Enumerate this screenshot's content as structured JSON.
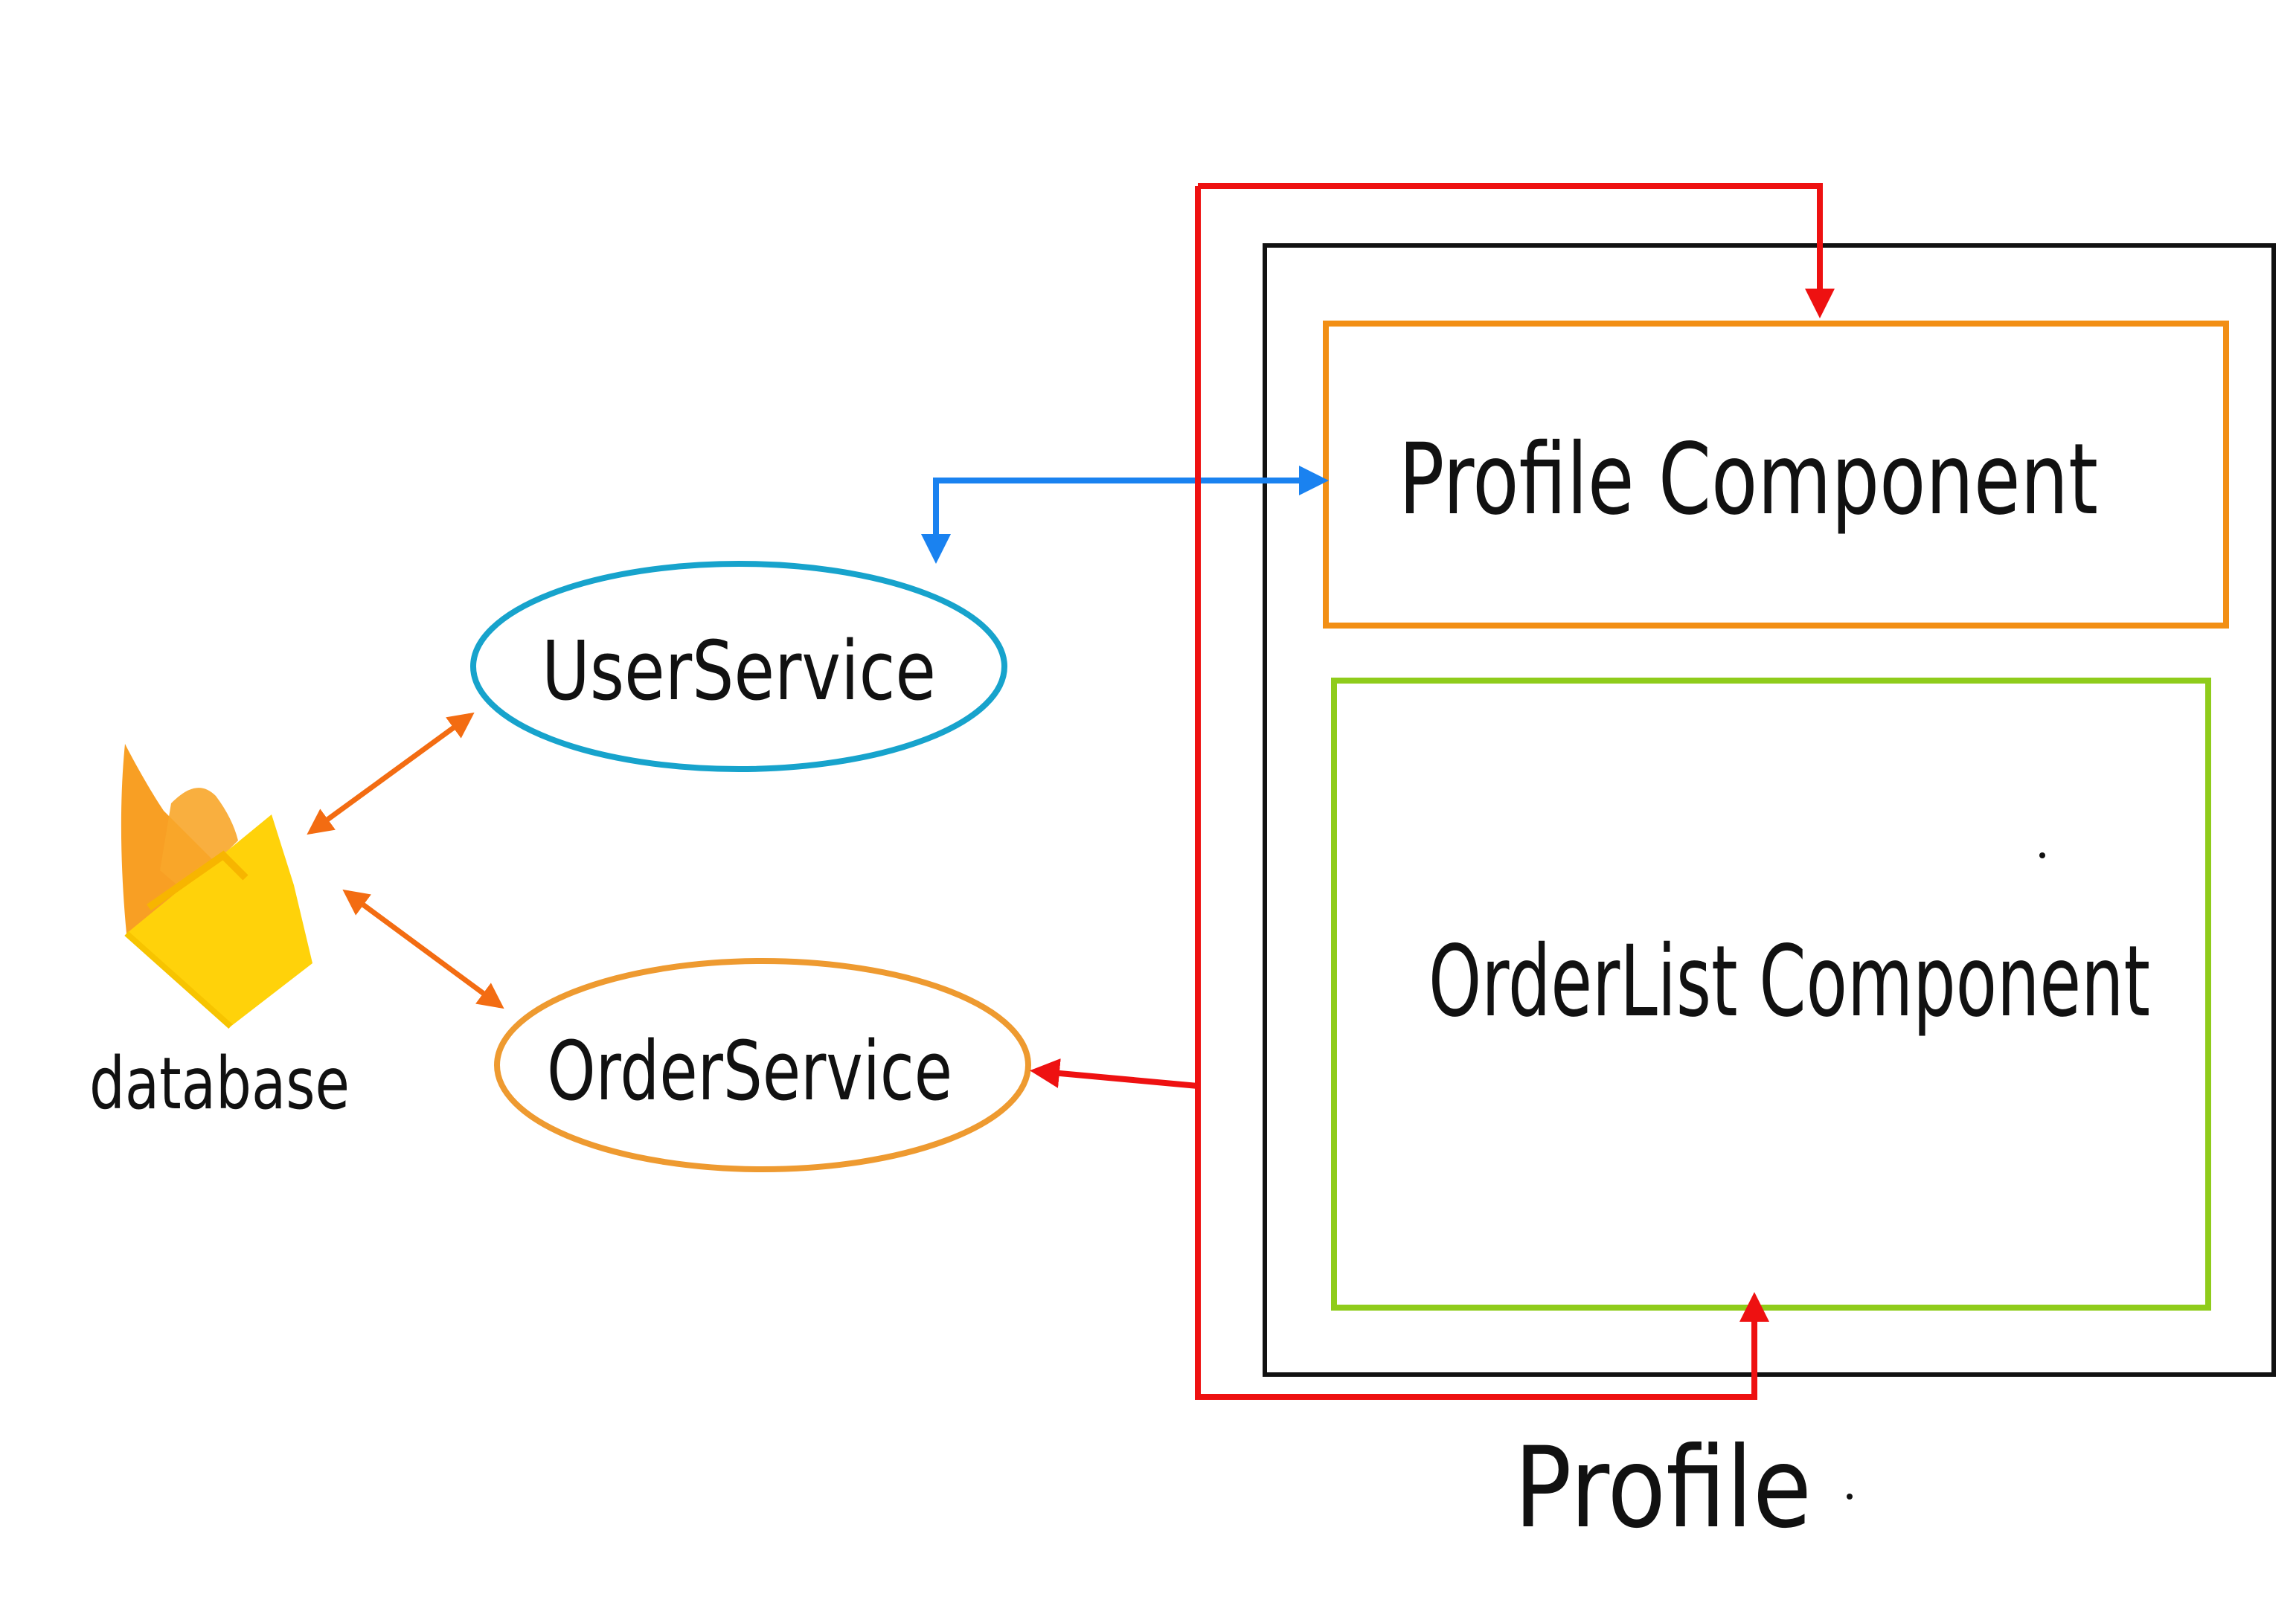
{
  "nodes": {
    "database": {
      "label": "database"
    },
    "user_service": {
      "label": "UserService"
    },
    "order_service": {
      "label": "OrderService"
    },
    "profile_component": {
      "label": "Profile Component"
    },
    "order_list_component": {
      "label": "OrderList Component"
    },
    "profile_container": {
      "label": "Profile"
    }
  },
  "edges": [
    {
      "from": "database",
      "to": "user_service",
      "direction": "both",
      "color": "#f36c12"
    },
    {
      "from": "database",
      "to": "order_service",
      "direction": "both",
      "color": "#f36c12"
    },
    {
      "from": "user_service",
      "to": "profile_component",
      "direction": "both",
      "color": "#1a82f0"
    },
    {
      "from": "profile_container",
      "to": "profile_component",
      "direction": "forward",
      "color": "#ee1111"
    },
    {
      "from": "profile_container",
      "to": "order_list_component",
      "direction": "forward",
      "color": "#ee1111"
    },
    {
      "from": "profile_container",
      "to": "order_service",
      "direction": "forward",
      "color": "#ee1111"
    }
  ],
  "colors": {
    "user_service_outline": "#17a3cc",
    "order_service_outline": "#ee9a30",
    "profile_component_outline": "#f28f15",
    "order_list_component_outline": "#8fcc1b",
    "profile_container_outline": "#111111",
    "database_icon_orange": "#f89a18",
    "database_icon_yellow": "#ffd20a"
  }
}
